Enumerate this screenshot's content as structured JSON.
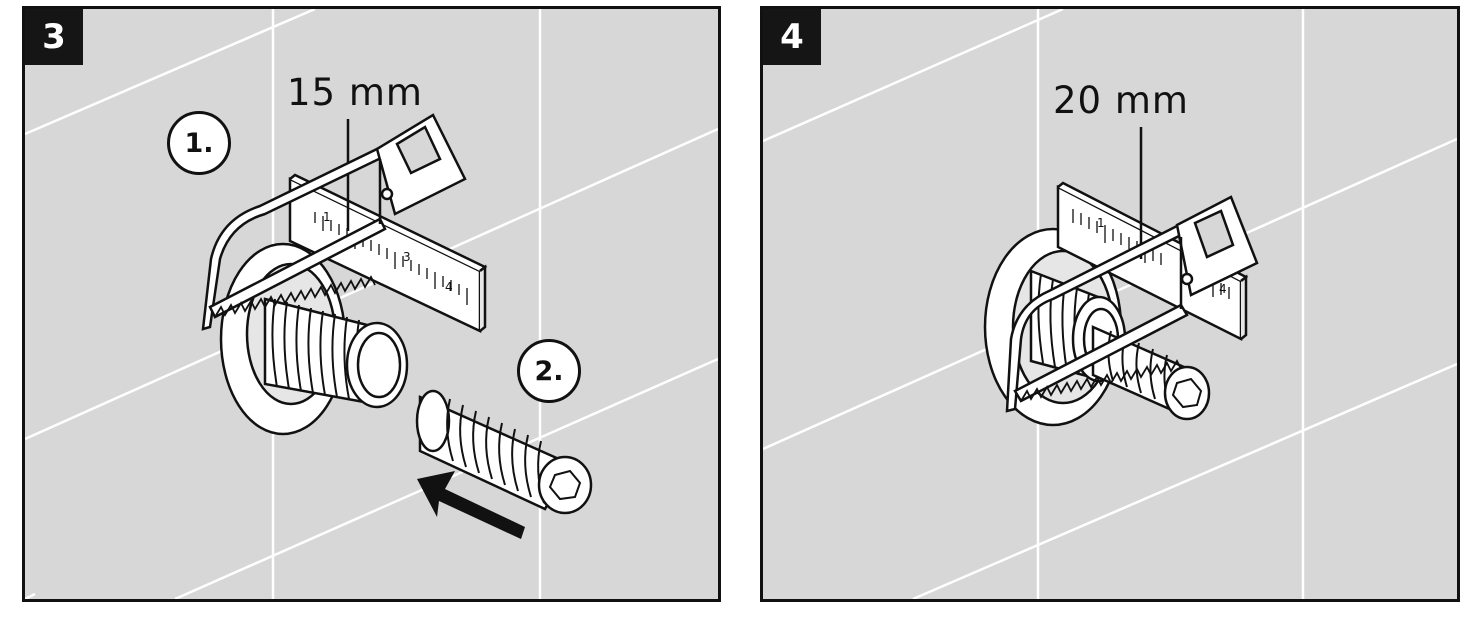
{
  "panels": [
    {
      "step": "3",
      "measurement": "15 mm",
      "substeps": [
        "1.",
        "2."
      ],
      "ruler_ticks": [
        "1",
        "3",
        "4"
      ]
    },
    {
      "step": "4",
      "measurement": "20 mm",
      "ruler_ticks": [
        "1",
        "4"
      ]
    }
  ],
  "colors": {
    "tile": "#d7d7d7",
    "grout": "#ffffff",
    "line": "#111111",
    "badge": "#151515"
  }
}
